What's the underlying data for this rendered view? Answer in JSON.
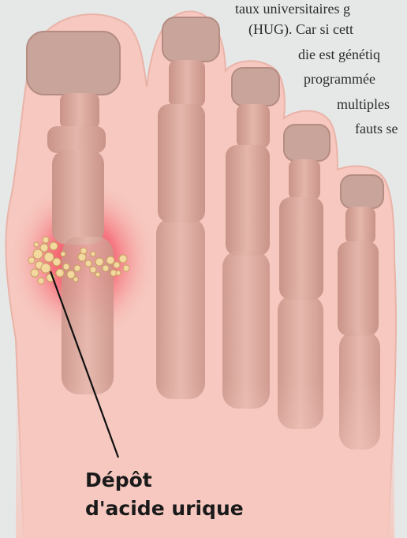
{
  "article_fragment": {
    "lines": [
      "taux universitaires g",
      "(HUG). Car si cett",
      "die est génétiq",
      "programmée",
      "multiples",
      "fauts se"
    ]
  },
  "callout": {
    "line1": "Dépôt",
    "line2": "d'acide urique"
  },
  "colors": {
    "skin": "#f6c8bf",
    "bone": "#d9a79c",
    "nail": "#c9a49a",
    "inflammation": "#f0283c",
    "deposit": "#f3d9a0",
    "pointer": "#111111"
  }
}
